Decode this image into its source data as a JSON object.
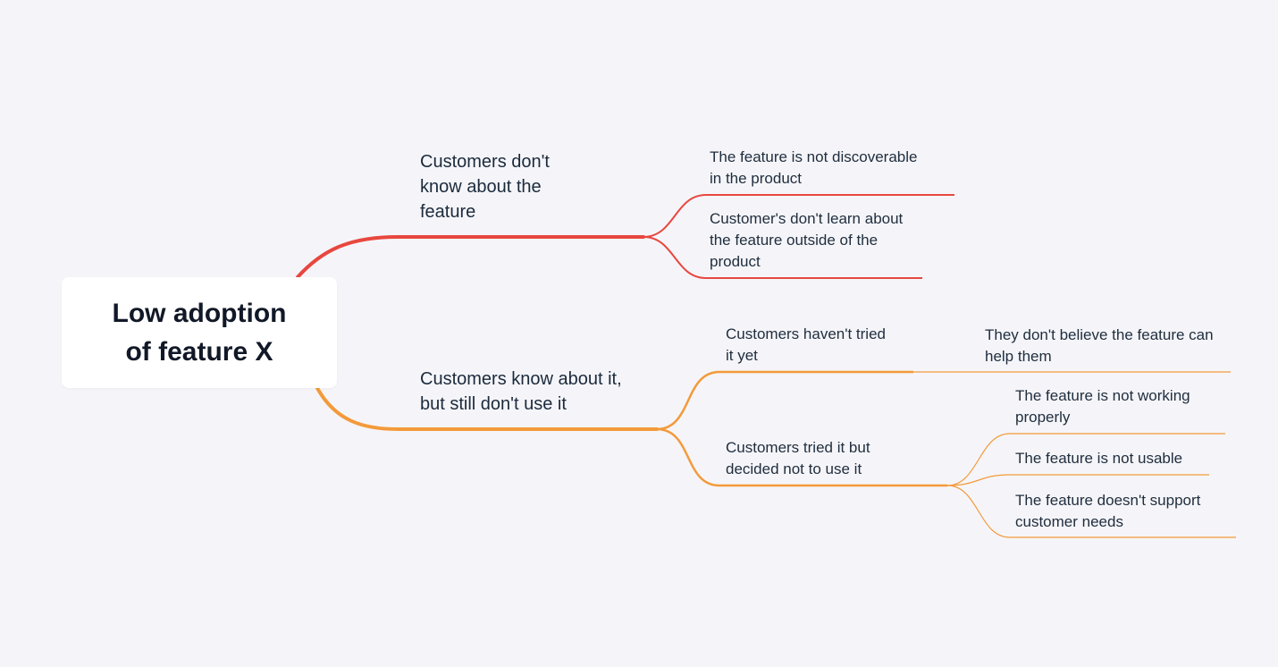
{
  "root": {
    "label": "Low adoption of feature X"
  },
  "colors": {
    "background": "#f5f5f9",
    "branch_red": "#e8473f",
    "branch_orange": "#f39a3a",
    "text": "#1b2a3c"
  },
  "branches": [
    {
      "label": "Customers don't know about the feature",
      "children": [
        {
          "label": "The feature is not discoverable in the product"
        },
        {
          "label": "Customer's don't learn about the feature outside of the product"
        }
      ]
    },
    {
      "label": "Customers know about it, but still don't use it",
      "children": [
        {
          "label": "Customers haven't tried it yet",
          "children": [
            {
              "label": "They don't believe the feature can help them"
            }
          ]
        },
        {
          "label": "Customers tried it but decided not to use it",
          "children": [
            {
              "label": "The feature is not working properly"
            },
            {
              "label": "The feature is not usable"
            },
            {
              "label": "The feature doesn't support customer needs"
            }
          ]
        }
      ]
    }
  ]
}
